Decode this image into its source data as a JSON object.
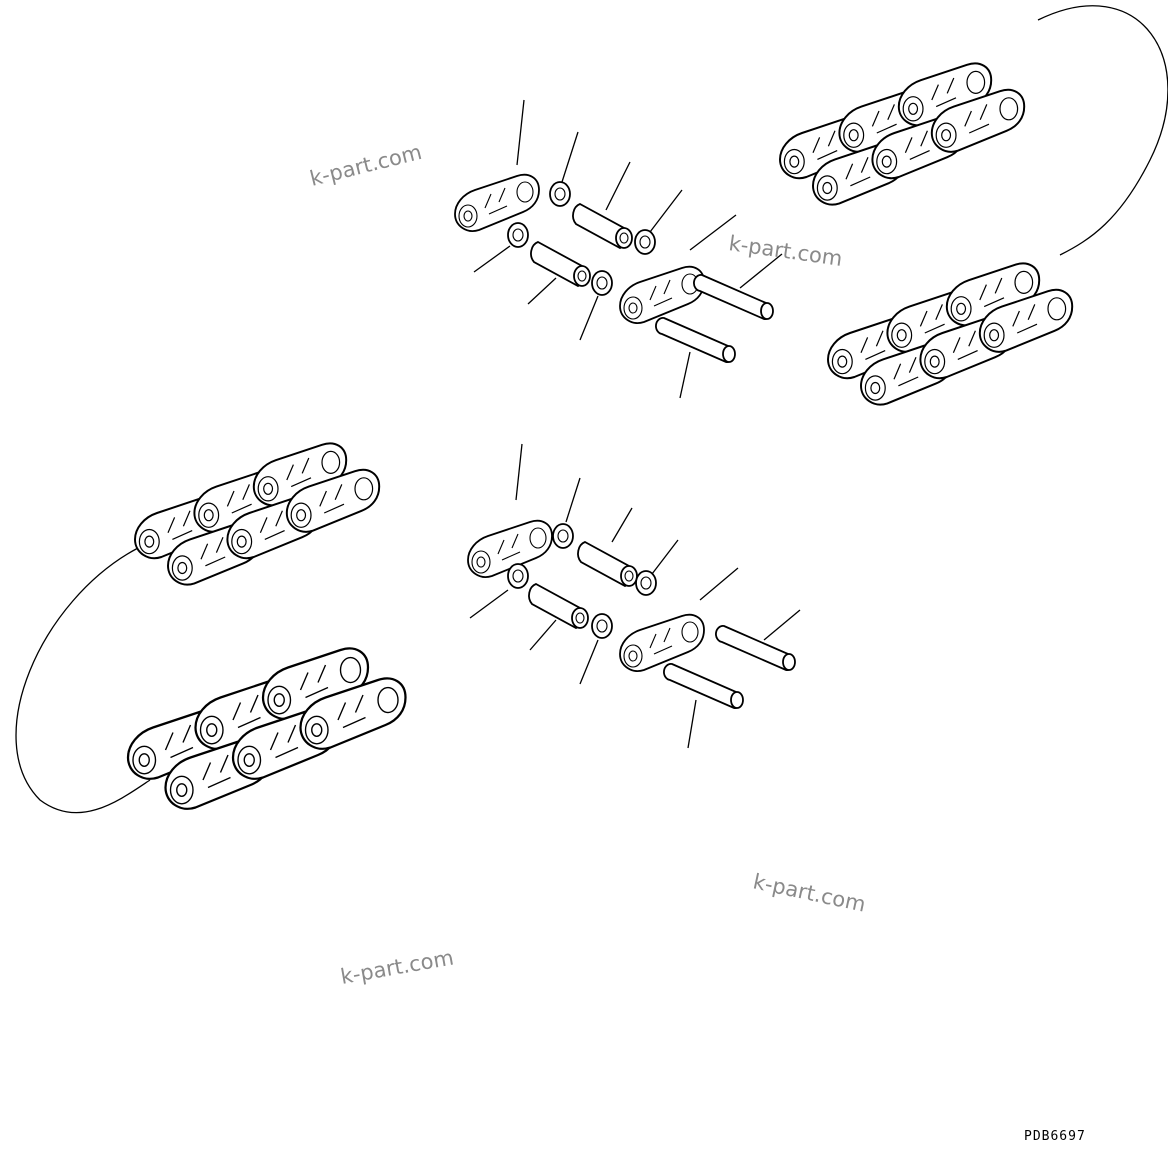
{
  "watermarks": [
    "k-part.com",
    "k-part.com",
    "k-part.com",
    "k-part.com"
  ],
  "drawing_code": "PDB6697",
  "colors": {
    "line": "#000000",
    "watermark": "#8a8a8a",
    "background": "#ffffff"
  }
}
